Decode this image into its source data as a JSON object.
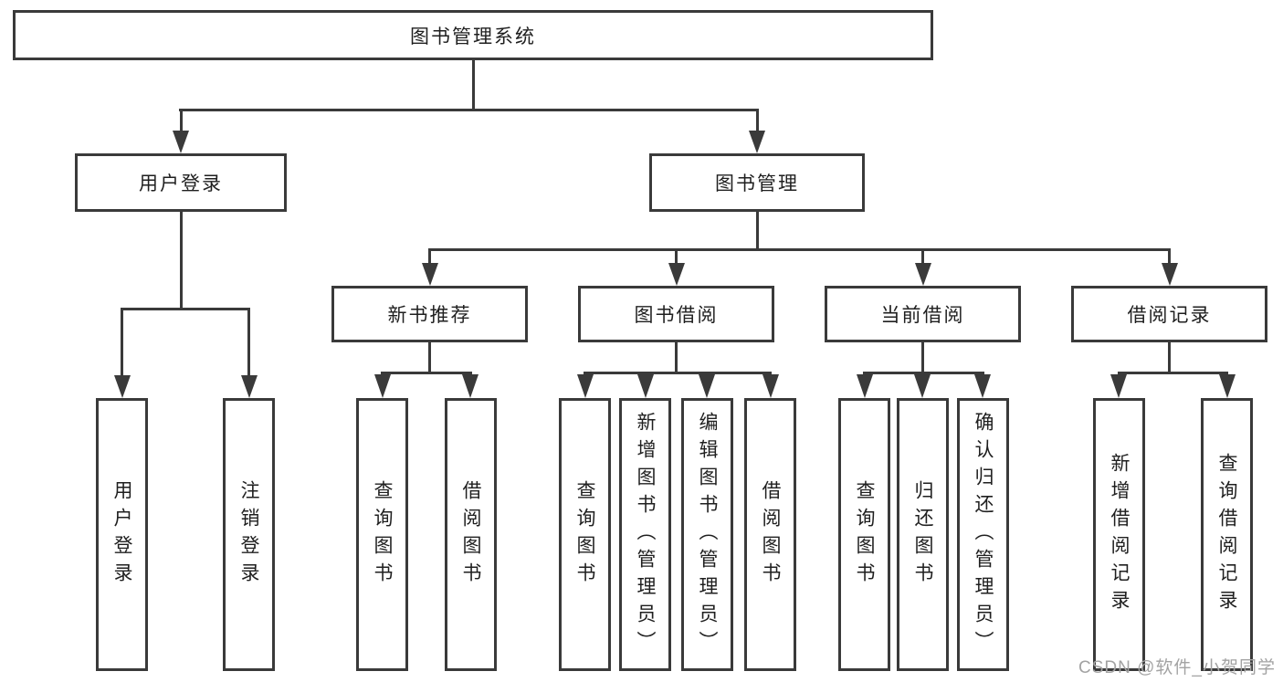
{
  "nodes": {
    "root": "图书管理系统",
    "level2": [
      "用户登录",
      "图书管理"
    ],
    "level3": [
      "新书推荐",
      "图书借阅",
      "当前借阅",
      "借阅记录"
    ],
    "leaves": {
      "user_login": [
        "用户登录",
        "注销登录"
      ],
      "new_book_recommend": [
        "查询图书",
        "借阅图书"
      ],
      "book_borrow": [
        "查询图书",
        "新增图书（管理员）",
        "编辑图书（管理员）",
        "借阅图书"
      ],
      "current_borrow": [
        "查询图书",
        "归还图书",
        "确认归还（管理员）"
      ],
      "borrow_record": [
        "新增借阅记录",
        "查询借阅记录"
      ]
    }
  },
  "watermark": "CSDN @软件_小贺同学",
  "colors": {
    "line": "#3a3a3a",
    "text": "#1f1f1f",
    "box_background": "#ffffff",
    "page_background": "#ffffff",
    "watermark": "#a3a3a3"
  }
}
